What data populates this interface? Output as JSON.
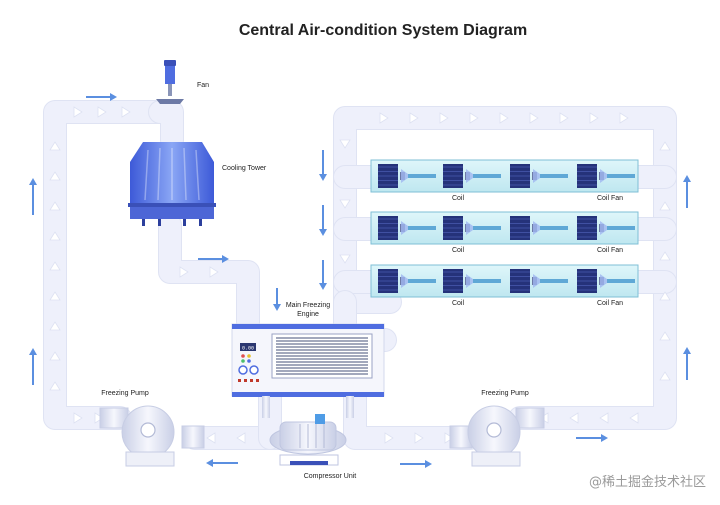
{
  "title": "Central Air-condition System Diagram",
  "labels": {
    "fan": "Fan",
    "cooling_tower": "Cooling Tower",
    "main_freezing_engine": "Main Freezing Engine",
    "main_freezing_engine_line1": "Main Freezing",
    "main_freezing_engine_line2": "Engine",
    "freezing_pump_left": "Freezing Pump",
    "freezing_pump_right": "Freezing Pump",
    "compressor_unit": "Compressor Unit",
    "coil": "Coil",
    "coil_fan": "Coil Fan",
    "display_value": "0.00"
  },
  "watermark": "@稀土掘金技术社区",
  "colors": {
    "pipe": "#eef0fb",
    "flow_arrow": "#5b8fe0",
    "equipment_blue": "#4f6de0",
    "coil_dark": "#25327a",
    "coil_frame": "#c9ecf3"
  },
  "icons": {
    "flow": "arrow-icon",
    "fan": "fan-icon",
    "gauge": "gauge-icon"
  }
}
